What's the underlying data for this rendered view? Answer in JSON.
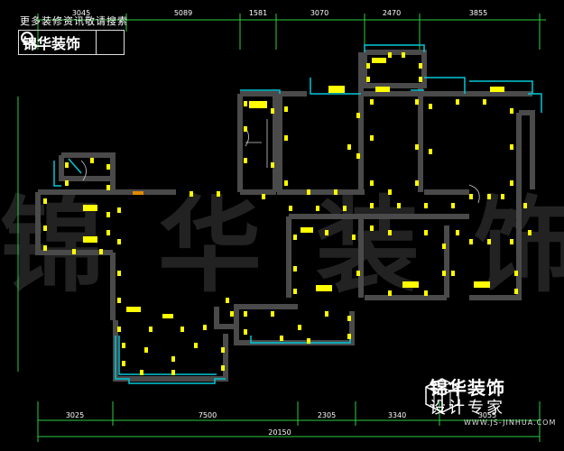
{
  "header": {
    "notice": "更多装修资讯敬请搜索",
    "logo_text": "锦华装饰"
  },
  "dimensions": {
    "top": [
      "3045",
      "5089",
      "1581",
      "3070",
      "2470",
      "3855"
    ],
    "bottom": [
      "3025",
      "7500",
      "2305",
      "3340",
      "3055"
    ],
    "total": "20150"
  },
  "watermark": {
    "big_text": "锦华装饰"
  },
  "brand": {
    "name": "锦华装饰",
    "slogan": "设计专家",
    "url": "WWW.JS-JINHUA.COM"
  },
  "colors": {
    "background": "#000000",
    "wall": "#4a4a4a",
    "dim_line": "#2ecc40",
    "marker": "#ffff00",
    "window": "#00c8d7"
  }
}
